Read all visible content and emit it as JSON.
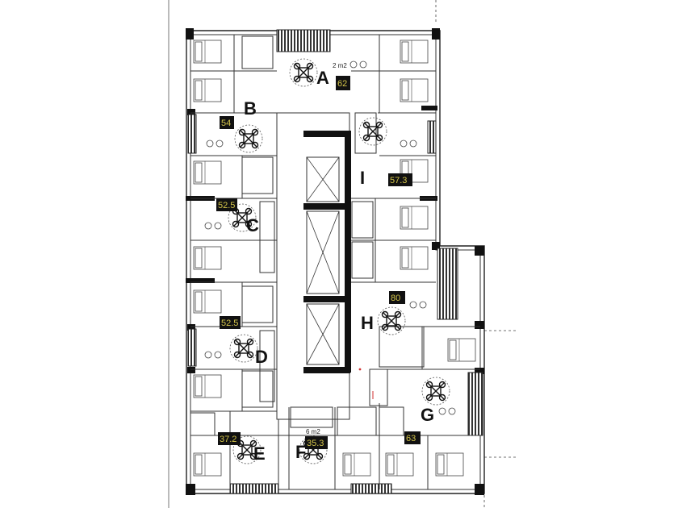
{
  "units": [
    {
      "letter": "A",
      "area": "62",
      "note": "2 m2"
    },
    {
      "letter": "B",
      "area": "54"
    },
    {
      "letter": "C",
      "area": "52.5"
    },
    {
      "letter": "D",
      "area": "52.5"
    },
    {
      "letter": "E",
      "area": "37.2"
    },
    {
      "letter": "F",
      "area": "35.3",
      "note": "6 m2"
    },
    {
      "letter": "G",
      "area": "63"
    },
    {
      "letter": "H",
      "area": "80"
    },
    {
      "letter": "I",
      "area": "57.3"
    }
  ]
}
